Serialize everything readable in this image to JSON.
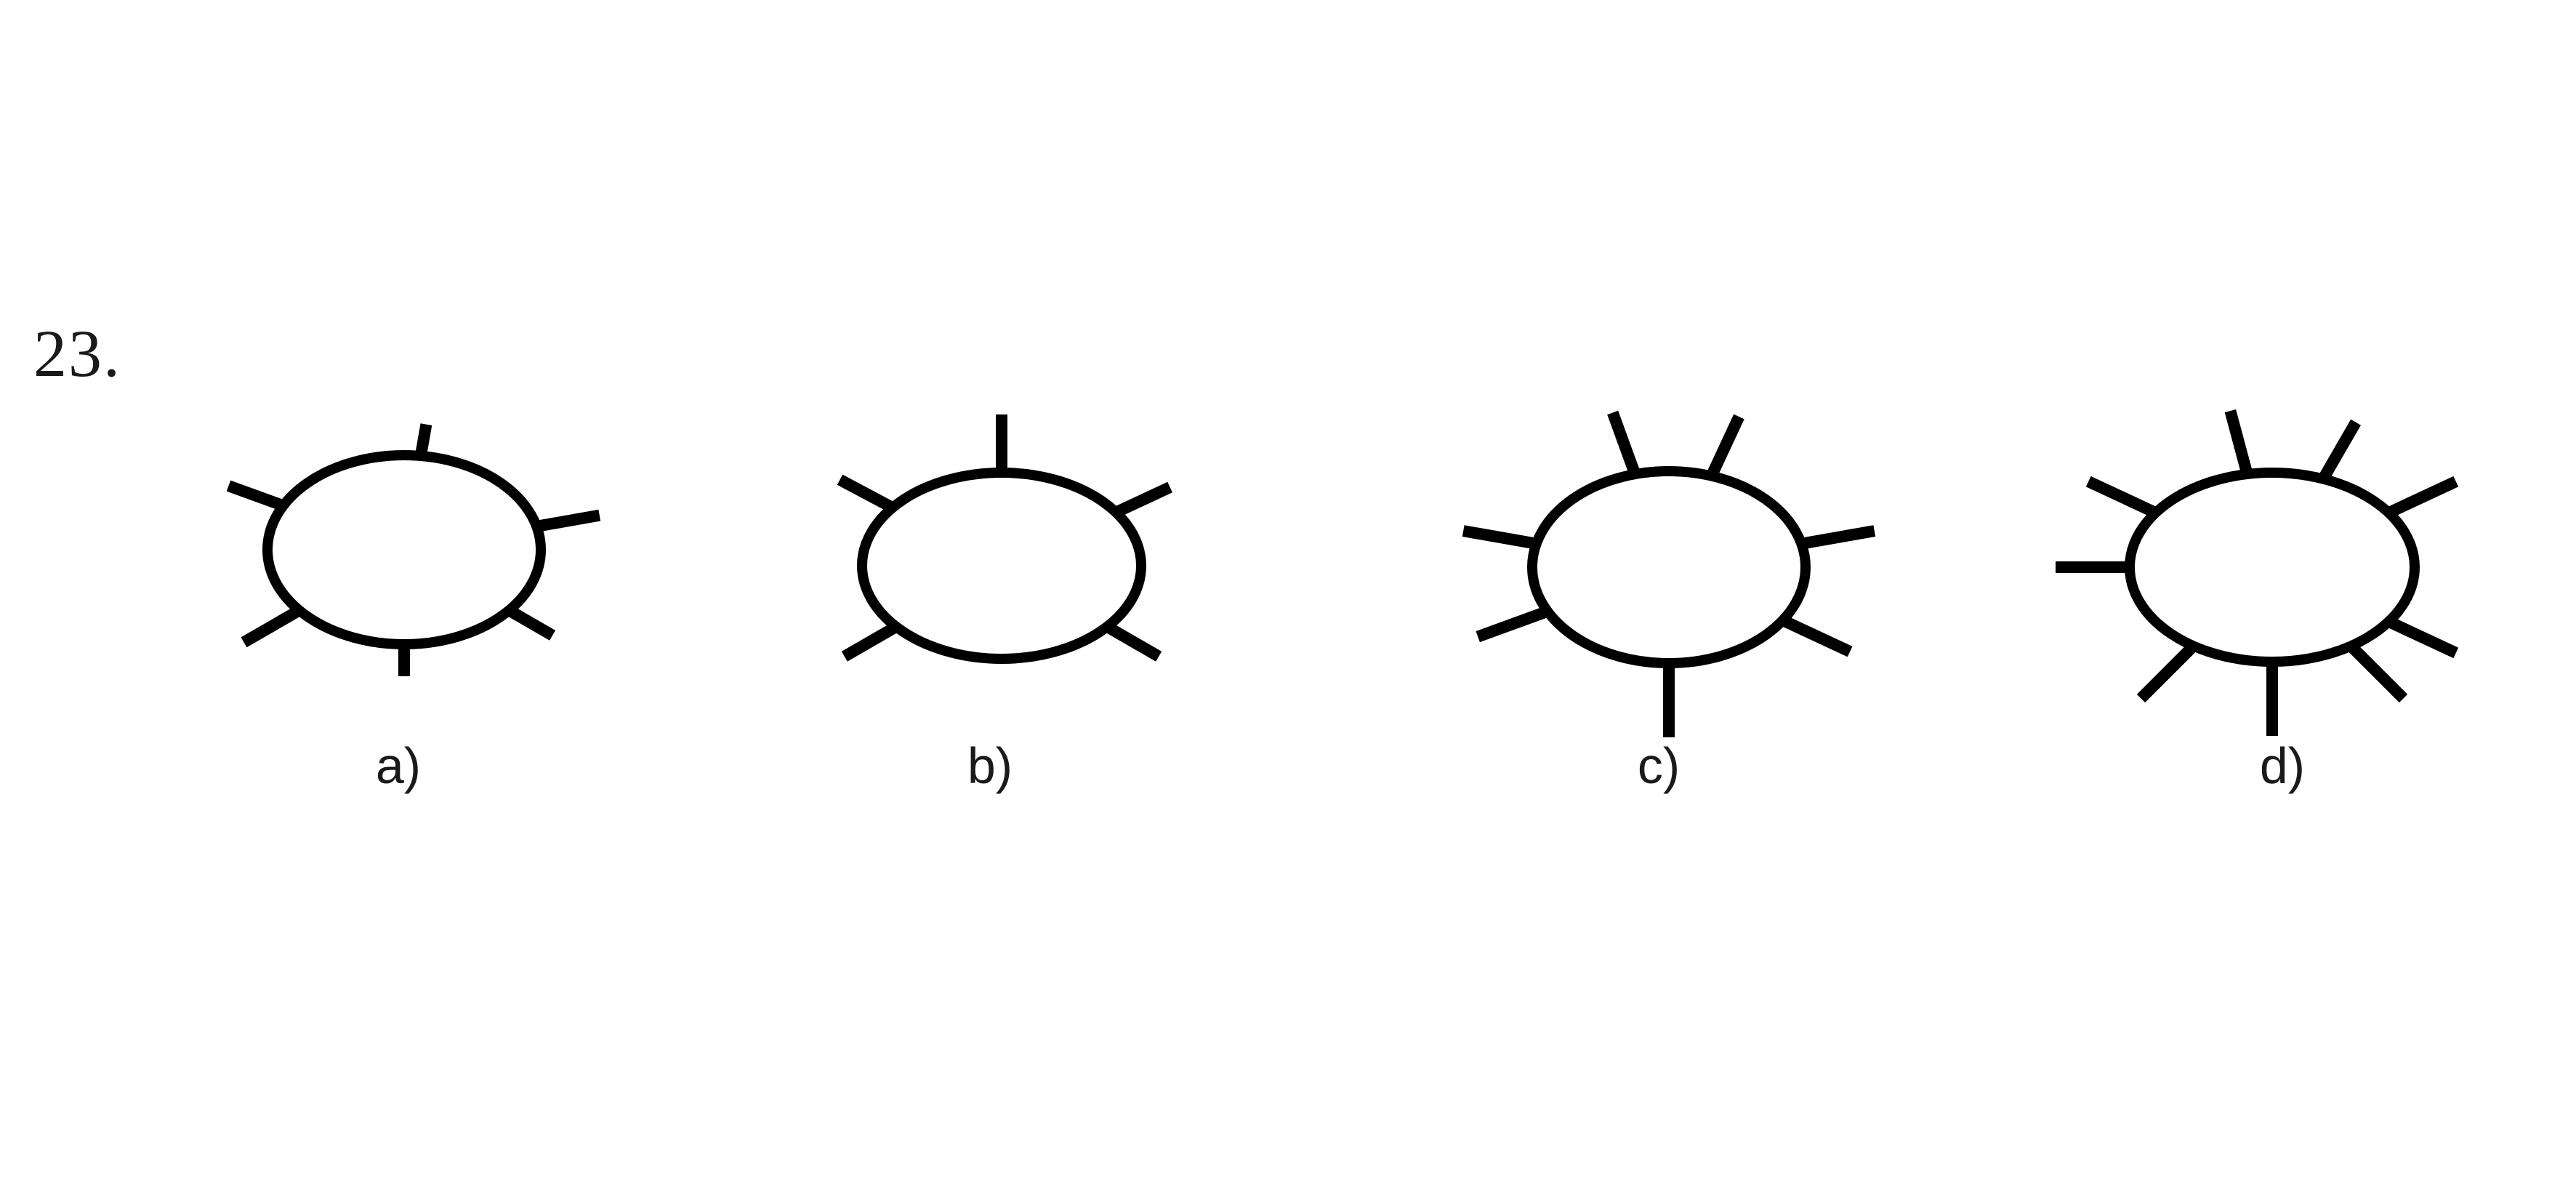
{
  "question": {
    "number": "23."
  },
  "options": [
    {
      "label": "a)",
      "spoke_count": 6
    },
    {
      "label": "b)",
      "spoke_count": 5
    },
    {
      "label": "c)",
      "spoke_count": 7
    },
    {
      "label": "d)",
      "spoke_count": 9
    }
  ],
  "colors": {
    "stroke": "#000000",
    "text": "#1a1a1a",
    "background": "#ffffff"
  }
}
